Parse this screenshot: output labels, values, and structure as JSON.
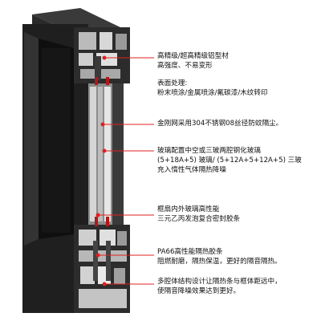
{
  "colors": {
    "red": "#e02020",
    "frame": "#1f1f1f",
    "frame_light": "#4a4a4a",
    "text": "#111111"
  },
  "callouts": [
    {
      "lines": [
        {
          "text": "高精级/超高精级铝型材",
          "red": false
        },
        {
          "text": "高强度、不易变形",
          "red": false
        }
      ]
    },
    {
      "lines": [
        {
          "text": "表面处理:",
          "red": false
        },
        {
          "text": "粉末喷涂/金属喷涂/氟碳漆/木纹转印",
          "red": false
        }
      ]
    },
    {
      "lines": [
        {
          "text": "金刚网采用304不锈钢08丝径防蚊隔尘。",
          "red": false
        }
      ]
    },
    {
      "lines": [
        {
          "text": "玻璃配置中空或三玻两腔钢化玻璃",
          "red": false
        },
        {
          "text": "(5+18A+5) 玻璃/ (5+12A+5+12A+5) 三玻",
          "red": false
        },
        {
          "text": "充入惰性气体隔热降噪",
          "red": false
        }
      ]
    },
    {
      "lines": [
        {
          "text": "框扇内外玻璃高性能",
          "red": false
        },
        {
          "text": "三元乙丙发泡复合密封胶条",
          "red": false
        }
      ]
    },
    {
      "lines": [
        {
          "text": "PA66高性能隔热胶条",
          "red": false
        },
        {
          "text": "阻燃耐磨，隔热保温，更好的隔音隔热。",
          "red": false
        }
      ]
    },
    {
      "lines": [
        {
          "text": "多腔体结构设计让隔热条与框体距远中，",
          "red": false
        },
        {
          "text": "使隔音降噪效果达到更好。",
          "red": false
        }
      ]
    }
  ]
}
